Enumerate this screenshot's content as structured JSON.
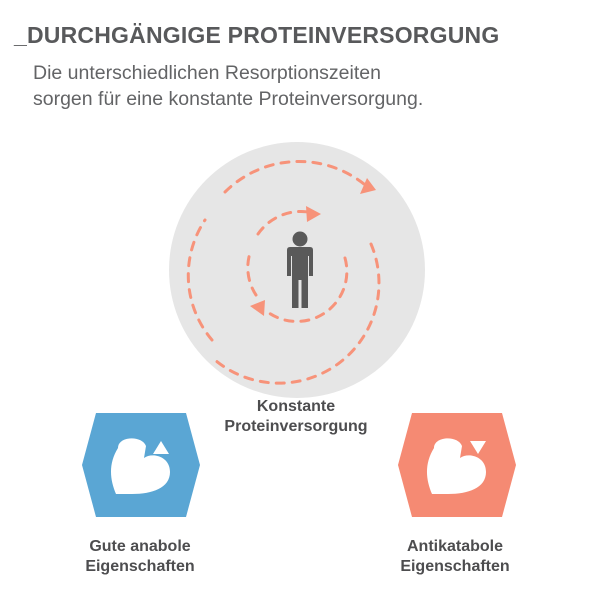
{
  "header": {
    "title": "_DURCHGÄNGIGE PROTEINVERSORGUNG",
    "subtitle_lines": [
      "Die unterschiedlichen Resorptionszeiten",
      "sorgen für eine konstante Proteinversorgung."
    ]
  },
  "center": {
    "label_lines": [
      "Konstante",
      "Proteinversorgung"
    ],
    "icon": "person-icon"
  },
  "left_badge": {
    "label_lines": [
      "Gute anabole",
      "Eigenschaften"
    ],
    "icon": "flexed-arm-arrow-up-icon"
  },
  "right_badge": {
    "label_lines": [
      "Antikatabole",
      "Eigenschaften"
    ],
    "icon": "flexed-arm-arrow-down-icon"
  },
  "colors": {
    "title": "#58595b",
    "subtitle": "#636466",
    "circle": "#e6e6e6",
    "dashes": "#f7937a",
    "person": "#595959",
    "left_hexagon": "#5aa6d4",
    "right_hexagon": "#f58a73",
    "label": "#4d4d4f"
  }
}
